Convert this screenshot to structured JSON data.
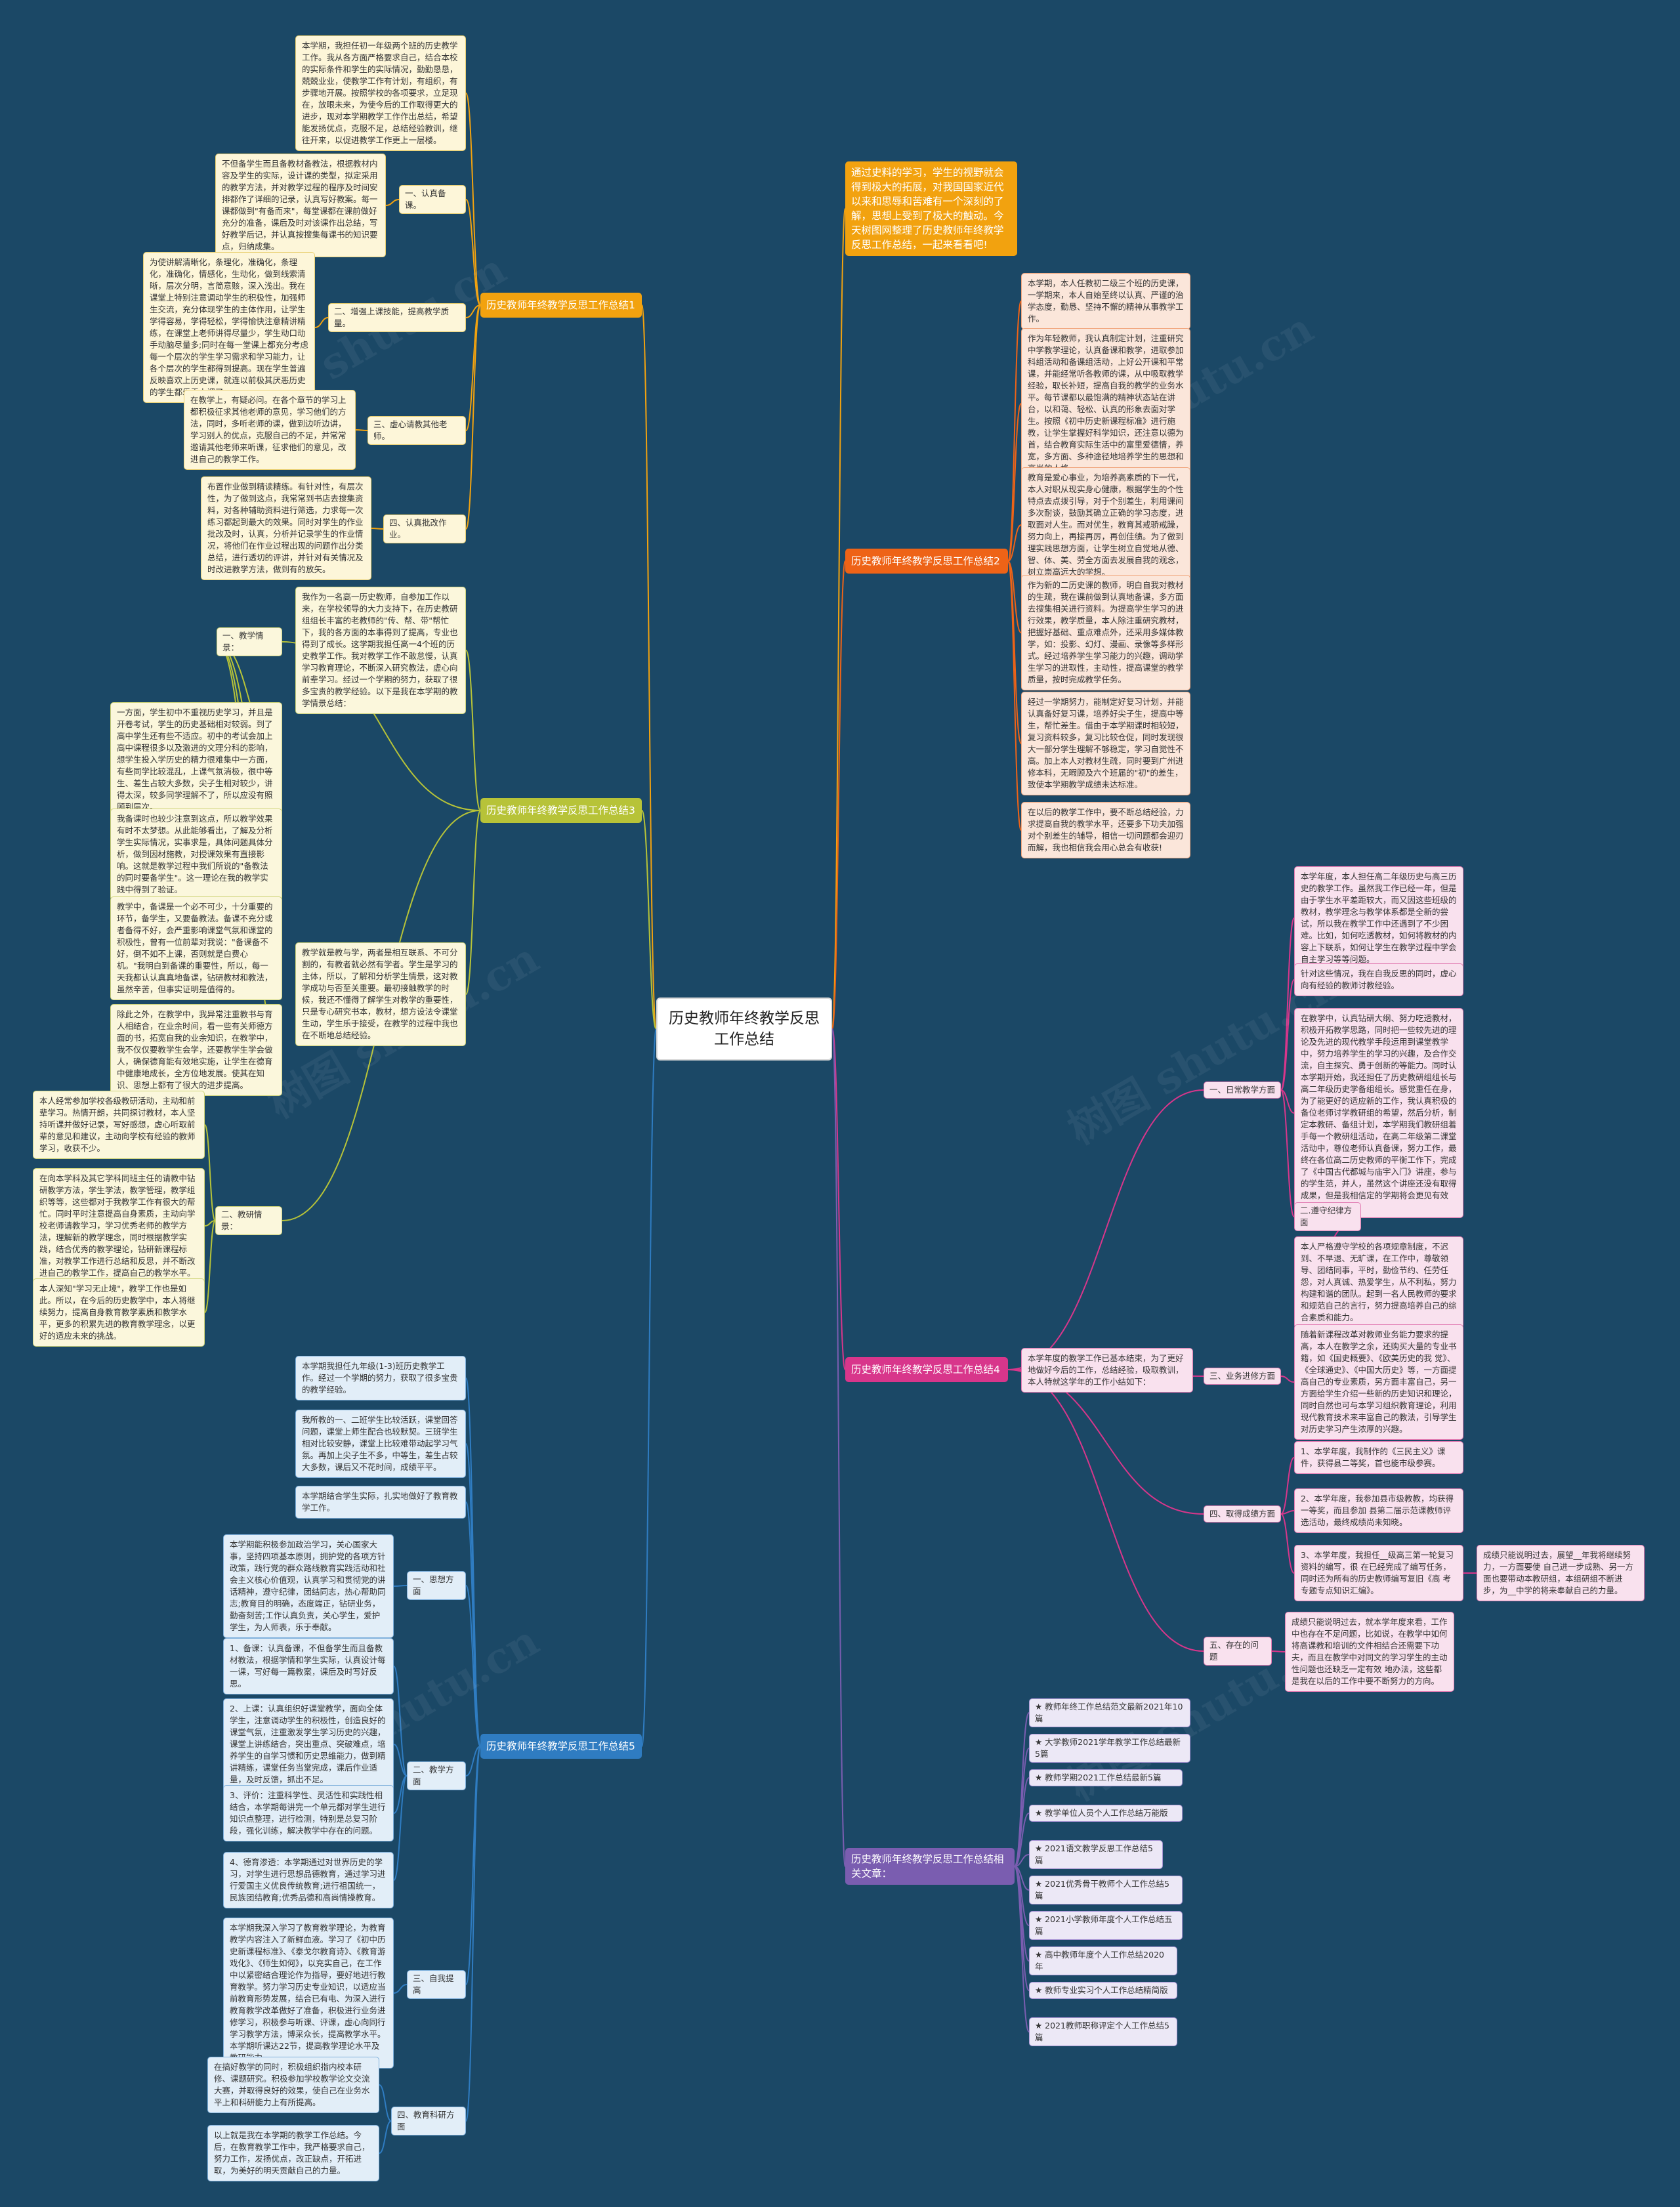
{
  "root": {
    "title": "历史教师年终教学反思工作总结"
  },
  "branches": {
    "b1": {
      "label": "历史教师年终教学反思工作总结1"
    },
    "b2": {
      "label": "历史教师年终教学反思工作总结2"
    },
    "b3": {
      "label": "历史教师年终教学反思工作总结3"
    },
    "b4": {
      "label": "历史教师年终教学反思工作总结4"
    },
    "b5": {
      "label": "历史教师年终教学反思工作总结5"
    },
    "rel": {
      "label": "历史教师年终教学反思工作总结相关文章："
    }
  },
  "intro": {
    "text": "通过史料的学习，学生的视野就会得到极大的拓展，对我国国家近代以来和思辱和苦难有一个深刻的了解，思想上受到了极大的触动。今天树图网整理了历史教师年终教学反思工作总结，一起来看看吧!"
  },
  "b1": {
    "t0": "本学期，我担任初一年级两个班的历史教学工作。我从各方面严格要求自己，结合本校的实际条件和学生的实际情况，勤勤恳恳，兢兢业业，使教学工作有计划，有组织，有步骤地开展。按照学校的各项要求，立足现在，放眼未来，为使今后的工作取得更大的进步，现对本学期教学工作作出总结，希望能发扬优点，克服不足，总结经验教训，继往开来，以促进教学工作更上一层楼。",
    "s1": "一、认真备课。",
    "t1": "不但备学生而且备教材备教法，根据教材内容及学生的实际，设计课的类型，拟定采用的教学方法，并对教学过程的程序及时间安排都作了详细的记录，认真写好教案。每一课都做到\"有备而来\"，每堂课都在课前做好充分的准备，课后及时对该课作出总结，写好教学后记，并认真按搜集每课书的知识要点，归纳成集。",
    "s2": "二、增强上课技能，提高教学质量。",
    "t2": "为使讲解清晰化，条理化，准确化，条理化，准确化，情感化，生动化，做到线索清晰，层次分明，言简意赅，深入浅出。我在课堂上特别注意调动学生的积极性，加强师生交流，充分体现学生的主体作用，让学生学得容易，学得轻松，学得愉快注意精讲精练，在课堂上老师讲得尽量少，学生动口动手动脑尽量多;同时在每一堂课上都充分考虑每一个层次的学生学习需求和学习能力，让各个层次的学生都得到提高。现在学生普遍反映喜欢上历史课，就连以前极其厌恶历史的学生都乐于上课了。",
    "s3": "三、虚心请教其他老师。",
    "t3": "在教学上，有疑必问。在各个章节的学习上都积极征求其他老师的意见，学习他们的方法，同时，多听老师的课，做到边听边讲，学习别人的优点，克服自己的不足，并常常邀请其他老师来听课，征求他们的意见，改进自己的教学工作。",
    "s4": "四、认真批改作业。",
    "t4": "布置作业做到精读精练。有针对性，有层次性，为了做到这点，我常常到书店去搜集资料，对各种辅助资料进行筛选，力求每一次练习都起到最大的效果。同时对学生的作业批改及时，认真，分析并记录学生的作业情况，将他们在作业过程出现的问题作出分类总结，进行透切的评讲，并针对有关情况及时改进教学方法，做到有的放矢。"
  },
  "b3": {
    "t0": "我作为一名高一历史教师，自参加工作以来，在学校领导的大力支持下，在历史教研组组长丰富的老教师的\"传、帮、带\"帮忙下，我的各方面的本事得到了提高，专业也得到了成长。这学期我担任高一4个班的历史教学工作。我对教学工作不敢怠慢，认真学习教育理论，不断深入研究教法，虚心向前辈学习。经过一个学期的努力，获取了很多宝贵的教学经验。以下是我在本学期的教学情景总结：",
    "s1": "一、教学情景：",
    "p1": "一方面，学生初中不重视历史学习，并且是开卷考试，学生的历史基础相对较弱。到了高中学生还有些不适应。初中的考试会加上高中课程很多以及激进的文理分科的影响，想学生投入学历史的精力很难集中一方面，有些同学比较混乱，上课气氛消极，很中等生、差生占较大多数，尖子生相对较少，讲得太深，较多同学理解不了，所以应没有照顾到层次。",
    "p2": "我备课时也较少注意到这点，所以教学效果有时不太梦想。从此能够看出，了解及分析学生实际情况，实事求是，具体问题具体分析，做到因材施教，对授课效果有直接影响。这就是教学过程中我们所说的\"备教法的同时要备学生\"。这一理论在我的教学实践中得到了验证。",
    "p3": "教学中，备课是一个必不可少，十分重要的环节，备学生，又要备教法。备课不充分或者备得不好，会严重影响课堂气氛和课堂的积极性，曾有一位前辈对我说：\"备课备不好，倒不如不上课，否则就是白费心机。\"我明白到备课的重要性，所以，每一天我都认认真真地备课，钻研教材和教法，虽然辛苦，但事实证明是值得的。",
    "p4": "教学就是教与学，两者是相互联系、不可分割的，有教者就必然有学者。学生是学习的主体，所以，了解和分析学生情景，这对教学成功与否至关重要。最初接触教学的时候，我还不懂得了解学生对教学的重要性，只是专心研究书本，教材，想方设法令课堂生动，学生乐于接受，在教学的过程中我也在不断地总结经验。",
    "p5": "除此之外，在教学中，我异常注重教书与育人相结合，在业余时间，看一些有关师德方面的书，拓宽自我的业余知识，在教学中，我不仅仅要教学生会学，还要教学生学会做人，确保德育能有效地实施，让学生在德育中健康地成长，全方位地发展。使其在知识、思想上都有了很大的进步提高。",
    "s2": "二、教研情景：",
    "q1": "本人经常参加学校各级教研活动，主动和前辈学习。热情开朗，共同探讨教材，本人坚持听课并做好记录，写好感想，虚心听取前辈的意见和建议，主动向学校有经验的教师学习，收获不少。",
    "q2": "在向本学科及其它学科同班主任的请教中钻研教学方法，学生学法，教学管理，教学组织等等，这些都对于我教学工作有很大的帮忙。同时平时注意提高自身素质，主动向学校老师请教学习，学习优秀老师的教学方法，理解新的教学理念，同时根据教学实践，结合优秀的教学理论，钻研新课程标准，对教学工作进行总结和反思，并不断改进自己的教学工作，提高自己的教学水平。",
    "q3": "本人深知\"学习无止境\"，教学工作也是如此。所以，在今后的历史教学中，本人将继续努力，提高自身教育教学素质和教学水平，更多的积累先进的教育教学理念，以更好的适应未来的挑战。"
  },
  "b5": {
    "t0": "本学期我担任九年级(1-3)班历史教学工作。经过一个学期的努力，获取了很多宝贵的教学经验。",
    "t1": "我所教的一、二班学生比较活跃，课堂回答问题，课堂上师生配合也较默契。三班学生相对比较安静，课堂上比较难带动起学习气氛。再加上尖子生不多，中等生，差生占较大多数，课后又不花时间，成绩平平。",
    "t2": "本学期结合学生实际，扎实地做好了教育教学工作。",
    "s1": "一、思想方面",
    "p1": "本学期能积极参加政治学习，关心国家大事，坚持四项基本原则，拥护党的各项方针政策，践行党的群众路线教育实践活动和社会主义核心价值观，认真学习和贯彻党的讲话精神，遵守纪律，团结同志，热心帮助同志;教育目的明确，态度端正，钻研业务，勤奋刻苦;工作认真负责，关心学生，爱护学生，为人师表，乐于奉献。",
    "s2": "二、教学方面",
    "p2a": "1、备课：认真备课，不但备学生而且备教材教法，根据学情和学生实际，认真设计每一课，写好每一篇教案，课后及时写好反思。",
    "p2b": "2、上课：认真组织好课堂教学，面向全体学生，注意调动学生的积极性，创造良好的课堂气氛，注重激发学生学习历史的兴趣，课堂上讲练结合，突出重点、突破难点，培养学生的自学习惯和历史思维能力，做到精讲精练，课堂任务当堂完成，课后作业适量，及时反馈，抓出不足。",
    "p2c": "3、评价：注重科学性、灵活性和实践性相结合，本学期每讲完一个单元都对学生进行知识点整理，进行检测，特别是总复习阶段，强化训练，解决教学中存在的问题。",
    "p2d": "4、德育渗透：本学期通过对世界历史的学习，对学生进行思想品德教育，通过学习进行爱国主义优良传统教育;进行祖国统一，民族团结教育;优秀品德和高尚情操教育。",
    "s3": "三、自我提高",
    "p3": "本学期我深入学习了教育教学理论，为教育教学内容注入了新鲜血液。学习了《初中历史新课程标准》、《泰戈尔教育诗》、《教育游戏化》、《师生如何》，以充实自己，在工作中以紧密结合理论作为指导，要好地进行教育教学。努力学习历史专业知识，以适应当前教育形势发展，结合已有电、为深入进行教育教学改革做好了准备，积极进行业务进修学习，积极参与听课、评课，虚心向同行学习教学方法，博采众长，提高教学水平。本学期听课达22节，提高教学理论水平及教研能力。",
    "s4": "四、教育科研方面",
    "p4a": "在搞好教学的同时，积极组织指内校本研修、课题研究。积极参加学校教学论文交流大赛，并取得良好的效果，使自己在业务水平上和科研能力上有所提高。",
    "p4b": "以上就是我在本学期的教学工作总结。今后，在教育教学工作中，我严格要求自己，努力工作，发扬优点，改正缺点，开拓进取，为美好的明天贡献自己的力量。"
  },
  "b2": {
    "t1": "本学期，本人任教初二级三个班的历史课，一学期来，本人自始至终以认真、严谨的治学态度，勤恳、坚持不懈的精神从事教学工作。",
    "t2": "作为年轻教师，我认真制定计划，注重研究中学教学理论，认真备课和教学，进取参加科组活动和备课组活动，上好公开课和平常课，并能经常听各教师的课，从中吸取教学经验，取长补短，提高自我的教学的业务水平。每节课都以最饱满的精神状态站在讲台，以和蔼、轻松、认真的形象去面对学生。按照《初中历史新课程标准》进行施教，让学生掌握好科学知识，还注意以德为首，结合教育实际生活中的富里爱德情，养宽，多方面、多种途径地培养学生的思想和高尚的人格。",
    "t3": "教育是爱心事业，为培养高素质的下一代，本人对职从现实身心健康，根据学生的个性特点去点拨引导，对于个别差生，利用课间多次耐谈，鼓励其确立正确的学习态度，进取面对人生。而对优生，教育其戒骄戒躁，努力向上，再接再厉，再创佳绩。为了做到理实践思想方面，让学生树立自觉地从德、智、体、美、劳全方面去发展自我的观念，树立崇高远大的学想。",
    "t4": "作为新的二历史课的教师，明白自我对教材的生疏，我在课前做到认真地备课，多方面去搜集相关进行资料。为提高学生学习的进行效果，教学质量，本人除注重研究教材，把握好基础、重点难点外，还采用多媒体教学，如：投影、幻灯、漫画、录像等多样形式。经过培养学生学习能力的兴趣，调动学生学习的进取性，主动性，提高课堂的教学质量，按时完成教学任务。",
    "t5": "经过一学期努力，能制定好复习计划，并能认真备好复习课，培养好尖子生，提高中等生，帮忙差生。借由于本学期课时相较短，复习资料较多，复习比较仓促，同时发现很大一部分学生理解不够稳定，学习自觉性不高。加上本人对教材生疏，同时要到广州进修本科，无暇顾及六个班届的\"初\"的差生，致使本学期教学成绩未达标准。",
    "t6": "在以后的教学工作中，要不断总结经验，力求提高自我的教学水平，还要多下功夫加强对个别差生的辅导，相信一切问题都会迎刃而解，我也相信我会用心总会有收获!"
  },
  "b4": {
    "t0": "本学年度的教学工作已基本结束，为了更好地做好今后的工作，总结经验，吸取教训，本人特就这学年的工作小结如下：",
    "s1": "一、日常教学方面",
    "p1a": "本学年度，本人担任高二年级历史与高三历史的教学工作。虽然我工作已经一年，但是由于学生水平差距较大，而又因这些班级的教材，教学理念与教学体系都是全新的尝试，所以我在教学工作中还遇到了不少困难。比如，如何吃透教材，如何将教材的内容上下联系，如何让学生在教学过程中学会自主学习等等问题。",
    "p1b": "针对这些情况，我在自我反思的同时，虚心向有经验的教师讨教经验。",
    "p1c": "在教学中，认真钻研大纲、努力吃透教材，积极开拓教学思路，同时把一些较先进的理论及先进的现代教学手段运用到课堂教学中，努力培养学生的学习的兴趣，及合作交流，自主探究、勇于创新的等能力。同时认本学期开始，我还担任了历史教研组组长与高二年级历史学备组组长。感觉重任在身，为了能更好的适应新的工作，我认真积极的备位老师讨学教研组的希望，然后分析，制定本教研、备组计划，本学期我们教研组着手每一个教研组活动，在高二年级第二课堂活动中，尊位老师认真备课，努力工作，最终在各位高二历史教师的平衡工作下，完成了《中国古代都城与庙宇入门》讲座，参与的学生范，并人，虽然这个讲座还没有取得成果，但是我相信定的学期将会更见有效果。",
    "s2": "二.遵守纪律方面",
    "p2": "本人严格遵守学校的各项规章制度，不迟到、不早退、无旷课，在工作中，尊敬领导、团结同事，平时，勤俭节约、任劳任怨，对人真诚、热爱学生，从不利私，努力构建和谐的团队。起到一名人民教师的要求和规范自己的言行，努力提高培养自己的综合素质和能力。",
    "s3": "三、业务进修方面",
    "p3": "随着新课程改革对教师业务能力要求的提高，本人在教学之余，还购买大量的专业书籍，如《国史概要》、《欧美历史的我 觉》、《全球通史》、《中国大历史》等，一方面提高自己的专业素质，另方面丰富自己，另一方面给学生介绍一些新的历史知识和理论，同时自然也可与本学习组织教育理论，利用现代教育技术来丰富自己的教法，引导学生对历史学习产生浓厚的兴趣。",
    "s4": "四、取得成绩方面",
    "p4a": "1、本学年度，我制作的《三民主义》课件，获得县二等奖，首也能市级参赛。",
    "p4b": "2、本学年度，我参加县市级教教，均获得一等奖，而且参加 县第二届示范课教师评选活动，最终成绩尚未知晓。",
    "p4c": "3、本学年度，我担任__级高三第一轮复习资料的编写，很 在已经完成了编写任务，同时还为所有的历史教师编写复旧《高 考专题专点知识汇编》。",
    "p4d": "成绩只能说明过去，展望__年我将继续努力，一方面要使 自己进一步成熟、另一方面也要带动本教研组，本组研组不断进步，为__中学的将来奉献自己的力量。",
    "s5": "五、存在的问题",
    "p5": "成绩只能说明过去，就本学年度来看，工作中也存在不足问题，比如说，在教学中如何将高课教和培训的文件相结合还需要下功夫，而且在教学中对同文的学习学生的主动性问题也还缺乏一定有效 地办法，这些都是我在以后的工作中要不断努力的方向。"
  },
  "related": [
    "★ 教师年终工作总结范文最新2021年10篇",
    "★ 大学教师2021学年教学工作总结最新5篇",
    "★ 教师学期2021工作总结最新5篇",
    "★ 教学单位人员个人工作总结万能版",
    "★ 2021语文教学反思工作总结5篇",
    "★ 2021优秀骨干教师个人工作总结5篇",
    "★ 2021小学教师年度个人工作总结五篇",
    "★ 高中教师年度个人工作总结2020年",
    "★ 教师专业实习个人工作总结精简版",
    "★ 2021教师职称评定个人工作总结5篇"
  ],
  "watermark": {
    "text": "树图 shutu.cn"
  },
  "colors": {
    "background": "#1b4866",
    "orange": "#f2a20f",
    "red": "#ee6317",
    "pink": "#d8368b",
    "purple": "#7a5db0",
    "lime": "#b7c338",
    "blue": "#2f7cc1"
  }
}
